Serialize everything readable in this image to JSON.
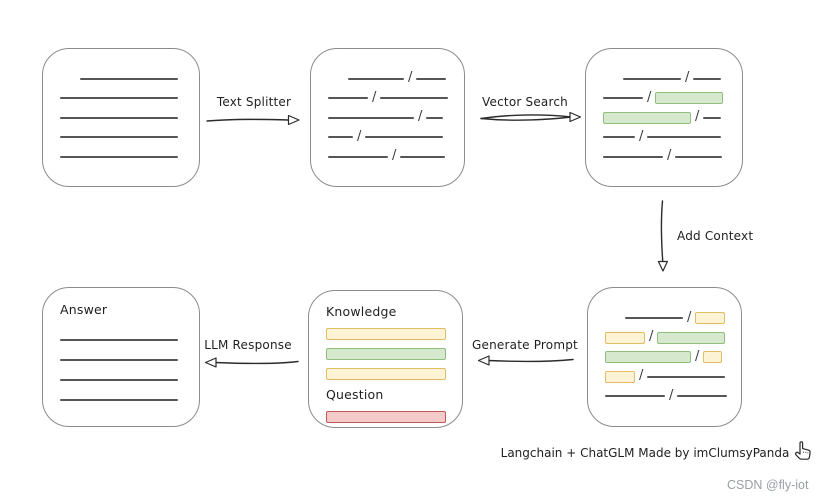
{
  "colors": {
    "text": "#1f1f1f",
    "line": "#565656",
    "box-border": "#8c8c8c",
    "arrow": "#2b2b2b",
    "green-fill": "#d6e9ce",
    "green-border": "#8fbe7f",
    "yellow-fill": "#fcf2d4",
    "yellow-border": "#e2bc64",
    "red-fill": "#f5cbca",
    "red-border": "#bd5a56",
    "watermark": "#9aa0a6"
  },
  "boxes": {
    "document": {
      "rows": [
        {
          "indent": 20,
          "segs": [
            {
              "t": "line",
              "w": 98
            }
          ]
        },
        {
          "segs": [
            {
              "t": "line",
              "w": 118
            }
          ]
        },
        {
          "segs": [
            {
              "t": "line",
              "w": 118
            }
          ]
        },
        {
          "segs": [
            {
              "t": "line",
              "w": 118
            }
          ]
        },
        {
          "segs": [
            {
              "t": "line",
              "w": 118
            }
          ]
        }
      ]
    },
    "chunks": {
      "rows": [
        {
          "indent": 20,
          "segs": [
            {
              "t": "line",
              "w": 56
            },
            {
              "t": "slash"
            },
            {
              "t": "line",
              "w": 30
            }
          ]
        },
        {
          "segs": [
            {
              "t": "line",
              "w": 40
            },
            {
              "t": "slash"
            },
            {
              "t": "line",
              "w": 68
            }
          ]
        },
        {
          "segs": [
            {
              "t": "line",
              "w": 86
            },
            {
              "t": "slash"
            },
            {
              "t": "line",
              "w": 17
            }
          ]
        },
        {
          "segs": [
            {
              "t": "line",
              "w": 25
            },
            {
              "t": "slash"
            },
            {
              "t": "line",
              "w": 78
            }
          ]
        },
        {
          "segs": [
            {
              "t": "line",
              "w": 60
            },
            {
              "t": "slash"
            },
            {
              "t": "line",
              "w": 45
            }
          ]
        }
      ]
    },
    "vector_results": {
      "rows": [
        {
          "indent": 20,
          "segs": [
            {
              "t": "line",
              "w": 58
            },
            {
              "t": "slash"
            },
            {
              "t": "line",
              "w": 28
            }
          ]
        },
        {
          "segs": [
            {
              "t": "line",
              "w": 40
            },
            {
              "t": "slash"
            },
            {
              "t": "green",
              "w": 68
            }
          ]
        },
        {
          "segs": [
            {
              "t": "green",
              "w": 88
            },
            {
              "t": "slash"
            },
            {
              "t": "line",
              "w": 18
            }
          ]
        },
        {
          "segs": [
            {
              "t": "line",
              "w": 32
            },
            {
              "t": "slash"
            },
            {
              "t": "line",
              "w": 74
            }
          ]
        },
        {
          "segs": [
            {
              "t": "line",
              "w": 60
            },
            {
              "t": "slash"
            },
            {
              "t": "line",
              "w": 47
            }
          ]
        }
      ]
    },
    "context": {
      "rows": [
        {
          "indent": 20,
          "segs": [
            {
              "t": "line",
              "w": 58
            },
            {
              "t": "slash"
            },
            {
              "t": "yellow",
              "w": 30
            }
          ]
        },
        {
          "segs": [
            {
              "t": "yellow",
              "w": 40
            },
            {
              "t": "slash"
            },
            {
              "t": "green",
              "w": 68
            }
          ]
        },
        {
          "segs": [
            {
              "t": "green",
              "w": 86
            },
            {
              "t": "slash"
            },
            {
              "t": "yellow",
              "w": 19
            }
          ]
        },
        {
          "segs": [
            {
              "t": "yellow",
              "w": 30
            },
            {
              "t": "slash"
            },
            {
              "t": "line",
              "w": 78
            }
          ]
        },
        {
          "segs": [
            {
              "t": "line",
              "w": 60
            },
            {
              "t": "slash"
            },
            {
              "t": "line",
              "w": 50
            }
          ]
        }
      ]
    },
    "prompt": {
      "knowledge_label": "Knowledge",
      "question_label": "Question",
      "knowledge_rows": [
        {
          "segs": [
            {
              "t": "yellow",
              "w": 120
            }
          ]
        },
        {
          "segs": [
            {
              "t": "green",
              "w": 120
            }
          ]
        },
        {
          "segs": [
            {
              "t": "yellow",
              "w": 120
            }
          ]
        }
      ],
      "question_rows": [
        {
          "segs": [
            {
              "t": "red",
              "w": 120
            }
          ]
        }
      ]
    },
    "answer": {
      "label": "Answer",
      "rows": [
        {
          "segs": [
            {
              "t": "line",
              "w": 118
            }
          ]
        },
        {
          "segs": [
            {
              "t": "line",
              "w": 118
            }
          ]
        },
        {
          "segs": [
            {
              "t": "line",
              "w": 118
            }
          ]
        },
        {
          "segs": [
            {
              "t": "line",
              "w": 118
            }
          ]
        }
      ]
    }
  },
  "arrows": {
    "text_splitter": {
      "label": "Text Splitter"
    },
    "vector_search": {
      "label": "Vector Search"
    },
    "add_context": {
      "label": "Add Context"
    },
    "generate_prompt": {
      "label": "Generate Prompt"
    },
    "llm_response": {
      "label": "LLM Response"
    }
  },
  "footer": {
    "caption": "Langchain + ChatGLM Made by imClumsyPanda",
    "hand_icon": "pointing-hand",
    "watermark": "CSDN @fly-iot"
  }
}
